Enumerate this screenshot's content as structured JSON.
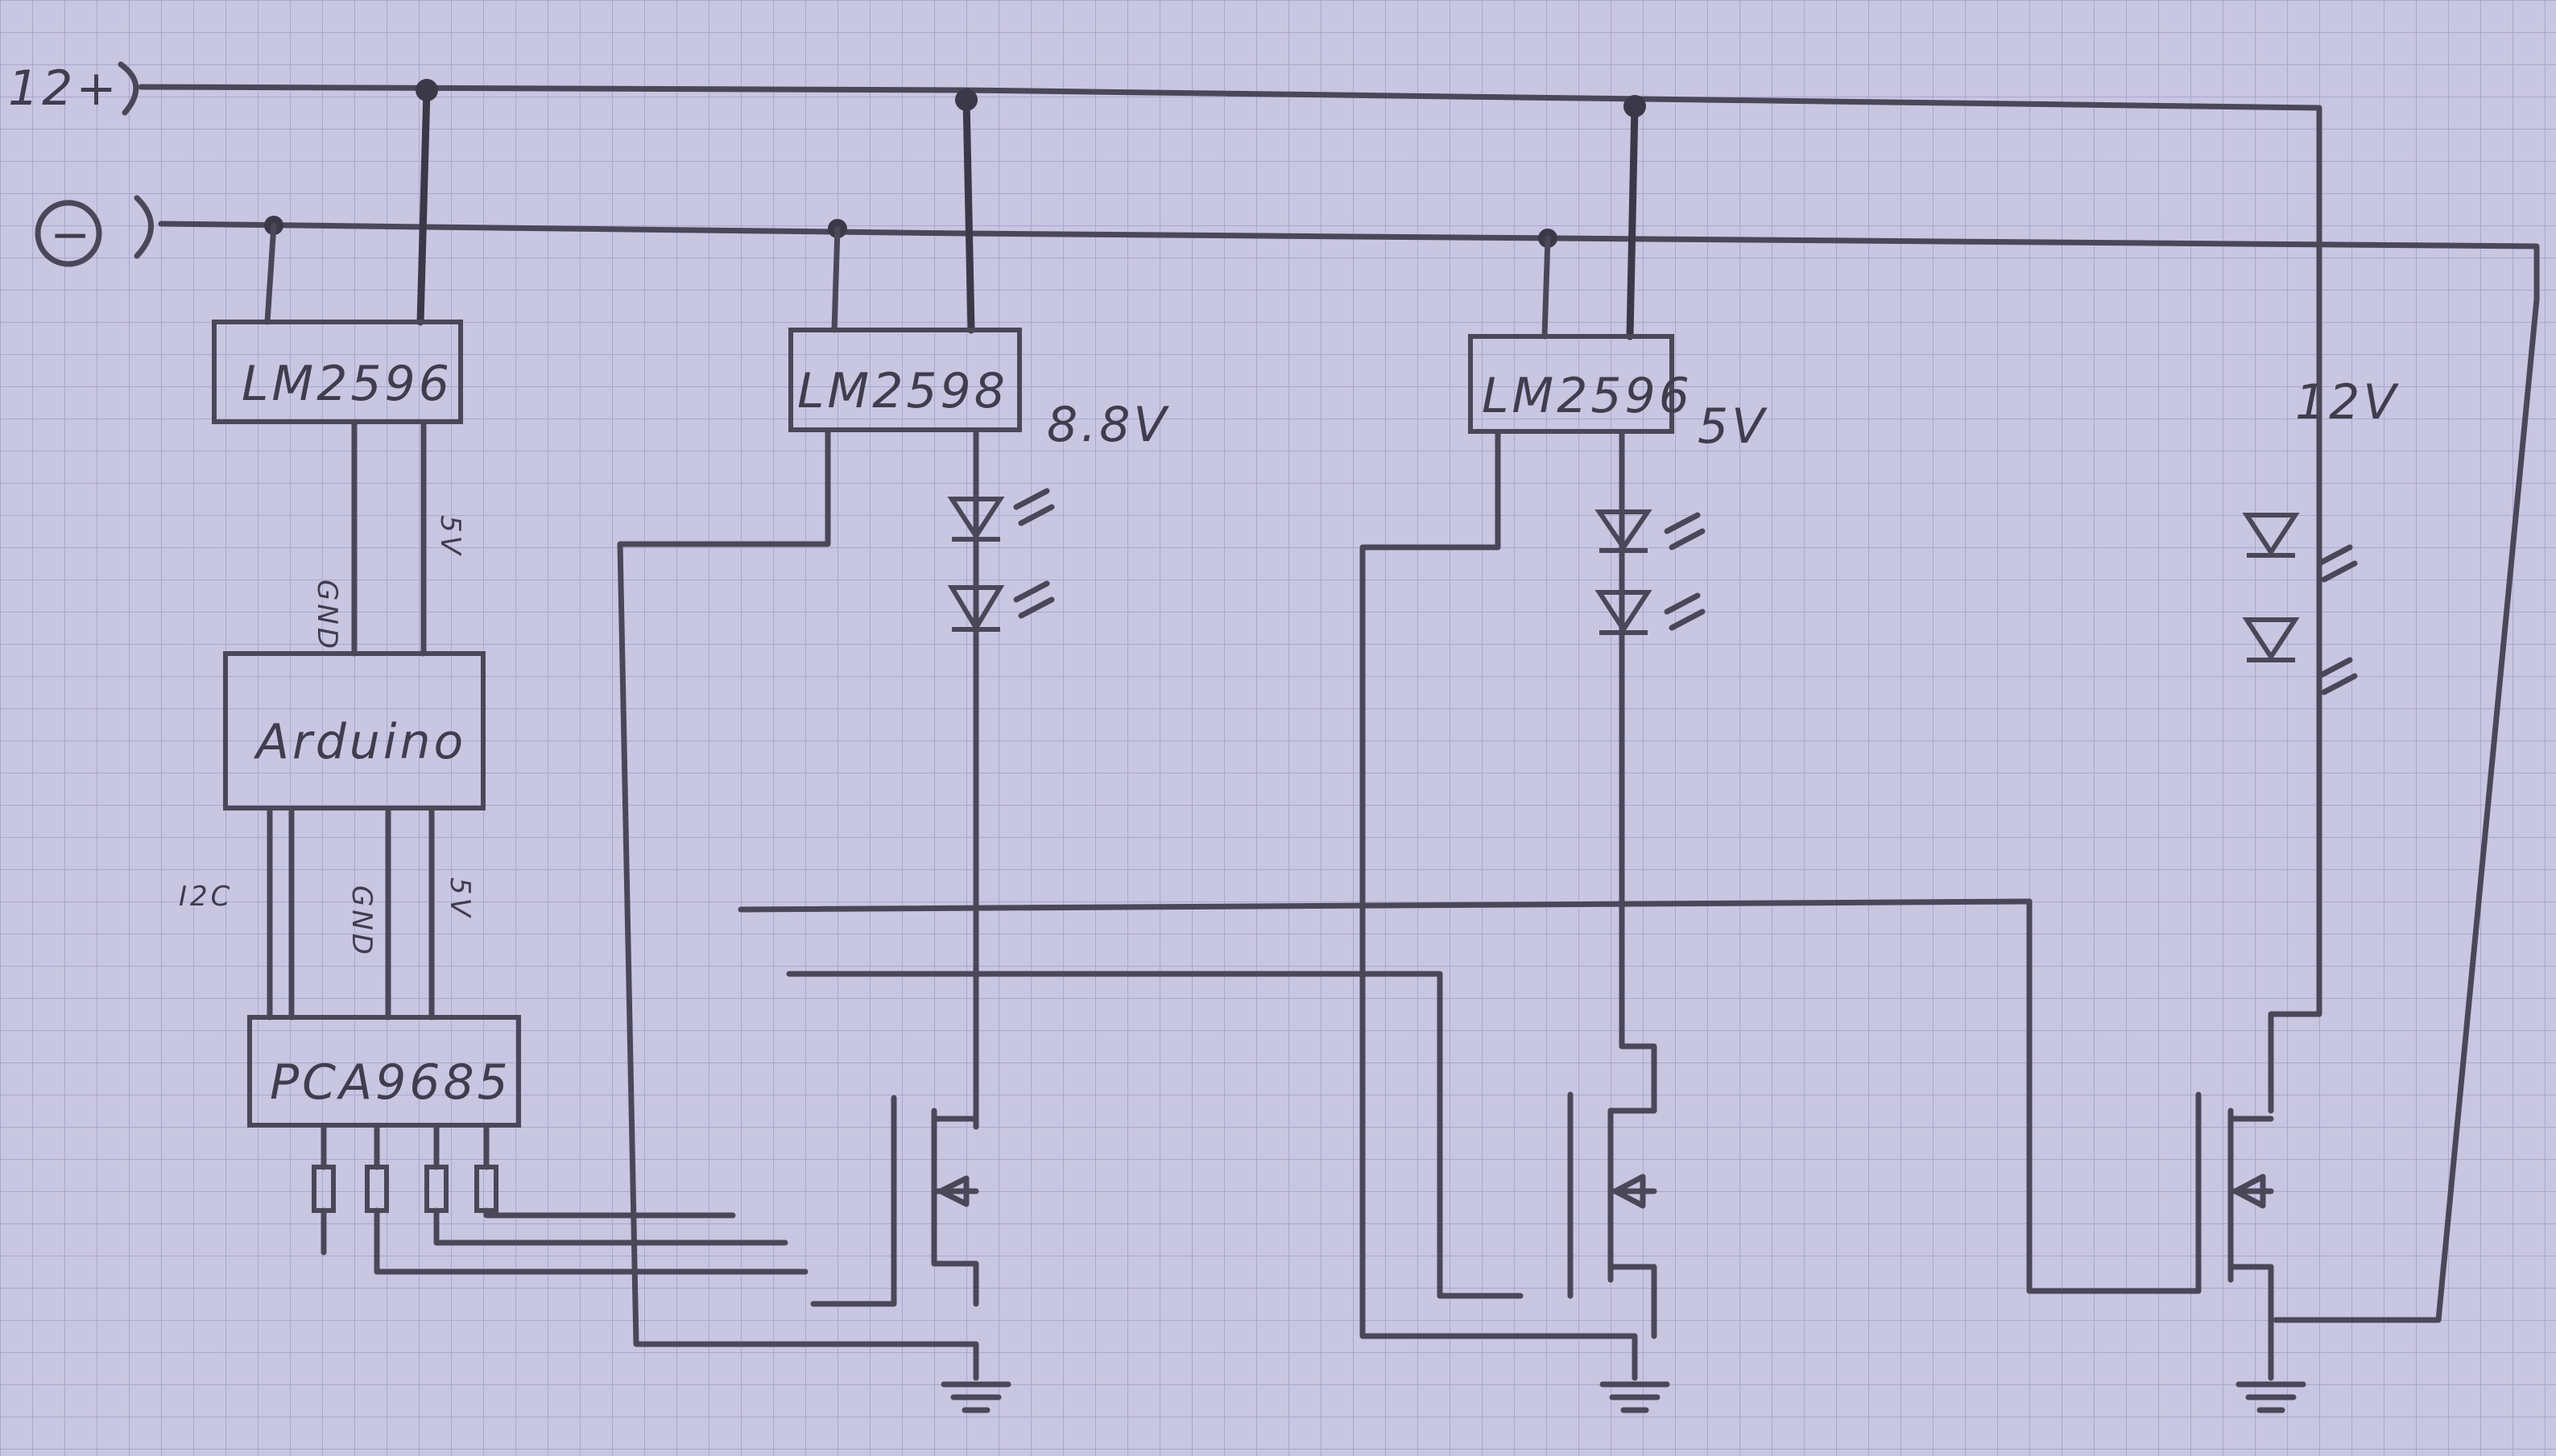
{
  "rails": {
    "positive": "12+",
    "negative": "−"
  },
  "modules": {
    "reg1": "LM2596",
    "reg2": "LM2598",
    "reg3": "LM2596",
    "arduino": "Arduino",
    "pca": "PCA9685"
  },
  "wire_labels": {
    "gnd_top": "GND",
    "v5_top": "5V",
    "i2c": "I2C",
    "gnd_bottom": "GND",
    "v5_bottom": "5V"
  },
  "voltages": {
    "ch1": "8.8V",
    "ch2": "5V",
    "ch3": "12V"
  }
}
